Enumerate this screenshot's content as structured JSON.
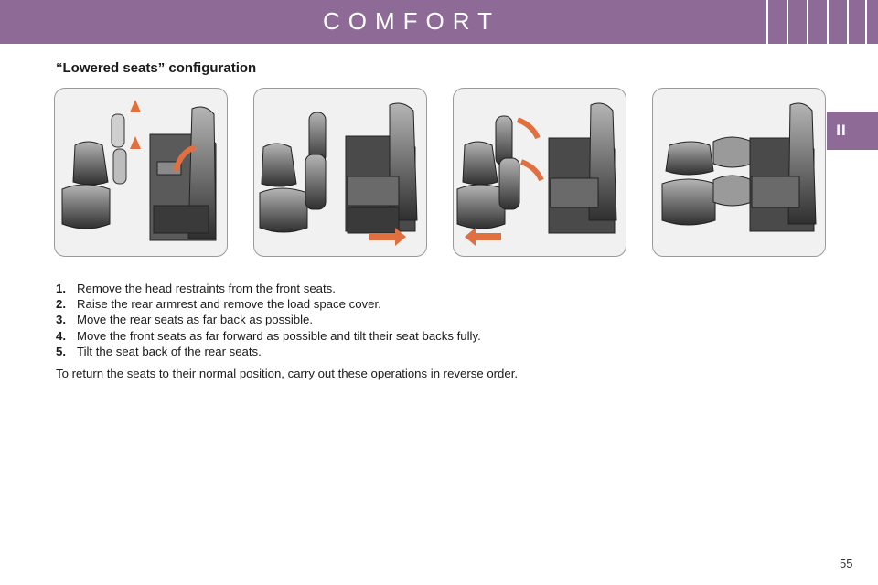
{
  "header": {
    "title": "COMFORT"
  },
  "section_tab": {
    "label": "II"
  },
  "subtitle": "“Lowered seats” configuration",
  "figures": [
    {
      "name": "step-figure-1",
      "arrow_color": "#e07040"
    },
    {
      "name": "step-figure-2",
      "arrow_color": "#e07040"
    },
    {
      "name": "step-figure-3",
      "arrow_color": "#e07040"
    },
    {
      "name": "step-figure-4",
      "arrow_color": "#e07040"
    }
  ],
  "steps": [
    {
      "number": "1.",
      "text": "Remove the head restraints from the front seats."
    },
    {
      "number": "2.",
      "text": "Raise the rear armrest and remove the load space cover."
    },
    {
      "number": "3.",
      "text": "Move the rear seats as far back as possible."
    },
    {
      "number": "4.",
      "text": "Move the front seats as far forward as possible and tilt their seat backs fully."
    },
    {
      "number": "5.",
      "text": "Tilt the seat back of the rear seats."
    }
  ],
  "footer_note": "To return the seats to their normal position, carry out these operations in reverse order.",
  "page_number": "55",
  "colors": {
    "brand": "#8e6a96",
    "arrow": "#e07040"
  }
}
